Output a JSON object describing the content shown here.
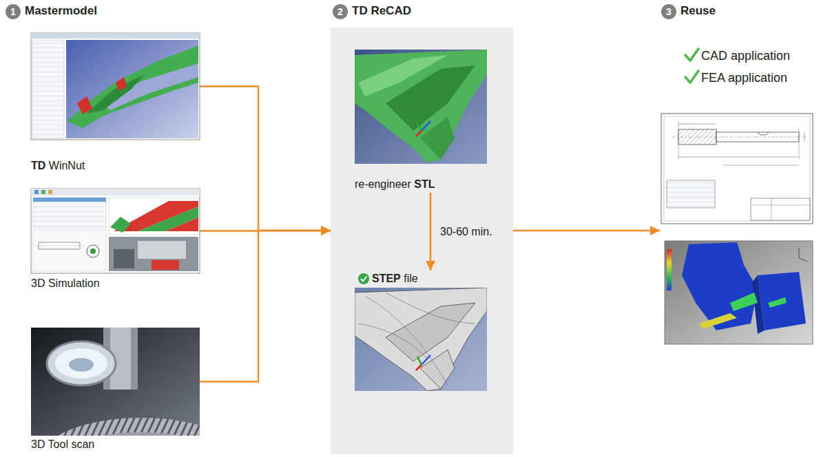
{
  "diagram": {
    "nodes": [
      {
        "text": [
          "1",
          "Mastermodel"
        ]
      },
      {
        "text": [
          "TD WinNut"
        ],
        "in": 0
      },
      {
        "text": [
          "3D Simulation"
        ],
        "in": 0
      },
      {
        "text": [
          "3D Tool scan"
        ],
        "in": 0
      },
      {
        "text": [
          "2",
          "TD ReCAD"
        ]
      },
      {
        "text": [
          "re-engineer STL"
        ],
        "in": 4
      },
      {
        "text": [
          "STEP file"
        ],
        "in": 4
      },
      {
        "text": [
          "3",
          "Reuse",
          "CAD application",
          "FEA application"
        ]
      }
    ],
    "edges": [
      {
        "from": 1,
        "to": 4,
        "arrow": "to"
      },
      {
        "from": 2,
        "to": 4,
        "arrow": "to"
      },
      {
        "from": 3,
        "to": 4,
        "arrow": "to"
      },
      {
        "from": 5,
        "to": 6,
        "label": "30-60 min.",
        "arrow": "to"
      },
      {
        "from": 4,
        "to": 7,
        "arrow": "to"
      }
    ]
  }
}
